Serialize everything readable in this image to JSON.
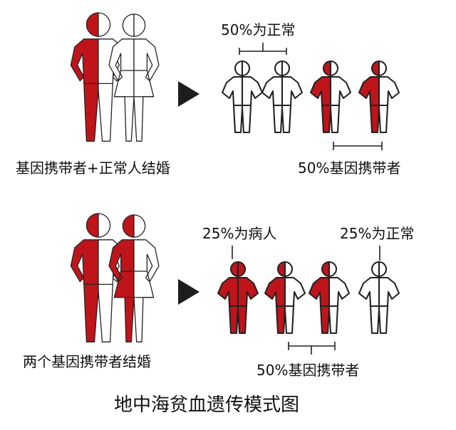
{
  "title": "地中海贫血遗传模式图",
  "colors": {
    "carrier": "#c0141b",
    "outline": "#222222",
    "normal": "#ffffff",
    "arrow": "#1e1e1e"
  },
  "rows": [
    {
      "parents_caption": "基因携带者+正常人结婚",
      "parents": [
        "carrier",
        "normal"
      ],
      "children": [
        "normal",
        "normal",
        "carrier",
        "carrier"
      ],
      "labels": [
        {
          "text": "50%为正常",
          "group": [
            0,
            1
          ]
        },
        {
          "text": "50%基因携带者",
          "group": [
            2,
            3
          ]
        }
      ]
    },
    {
      "parents_caption": "两个基因携带者结婚",
      "parents": [
        "carrier",
        "carrier"
      ],
      "children": [
        "affected",
        "carrier",
        "carrier",
        "normal"
      ],
      "labels": [
        {
          "text": "25%为病人",
          "group": [
            0
          ]
        },
        {
          "text": "25%为正常",
          "group": [
            3
          ]
        },
        {
          "text": "50%基因携带者",
          "group": [
            1,
            2
          ]
        }
      ]
    }
  ]
}
